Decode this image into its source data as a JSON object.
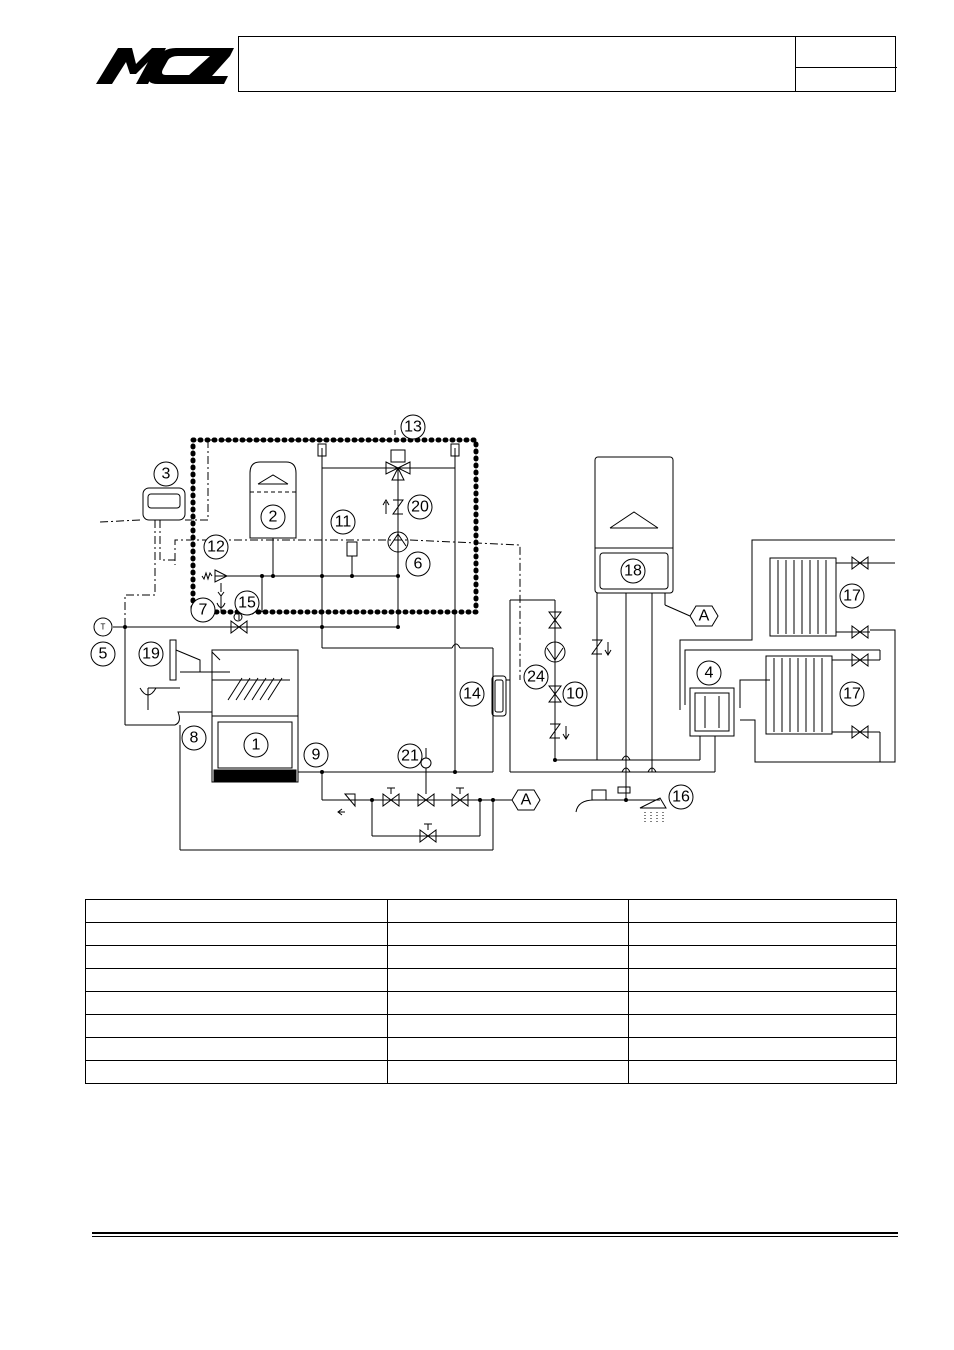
{
  "brand": {
    "logo_text": "MCZ"
  },
  "diagram": {
    "labels": {
      "n1": "1",
      "n2": "2",
      "n3": "3",
      "n4": "4",
      "n5": "5",
      "n6": "6",
      "n7": "7",
      "n8": "8",
      "n9": "9",
      "n10": "10",
      "n11": "11",
      "n12": "12",
      "n13": "13",
      "n14": "14",
      "n15": "15",
      "n16": "16",
      "n17a": "17",
      "n17b": "17",
      "n18": "18",
      "n19": "19",
      "n20": "20",
      "n21": "21",
      "n24": "24",
      "a1": "A",
      "a2": "A",
      "t": "T"
    }
  }
}
